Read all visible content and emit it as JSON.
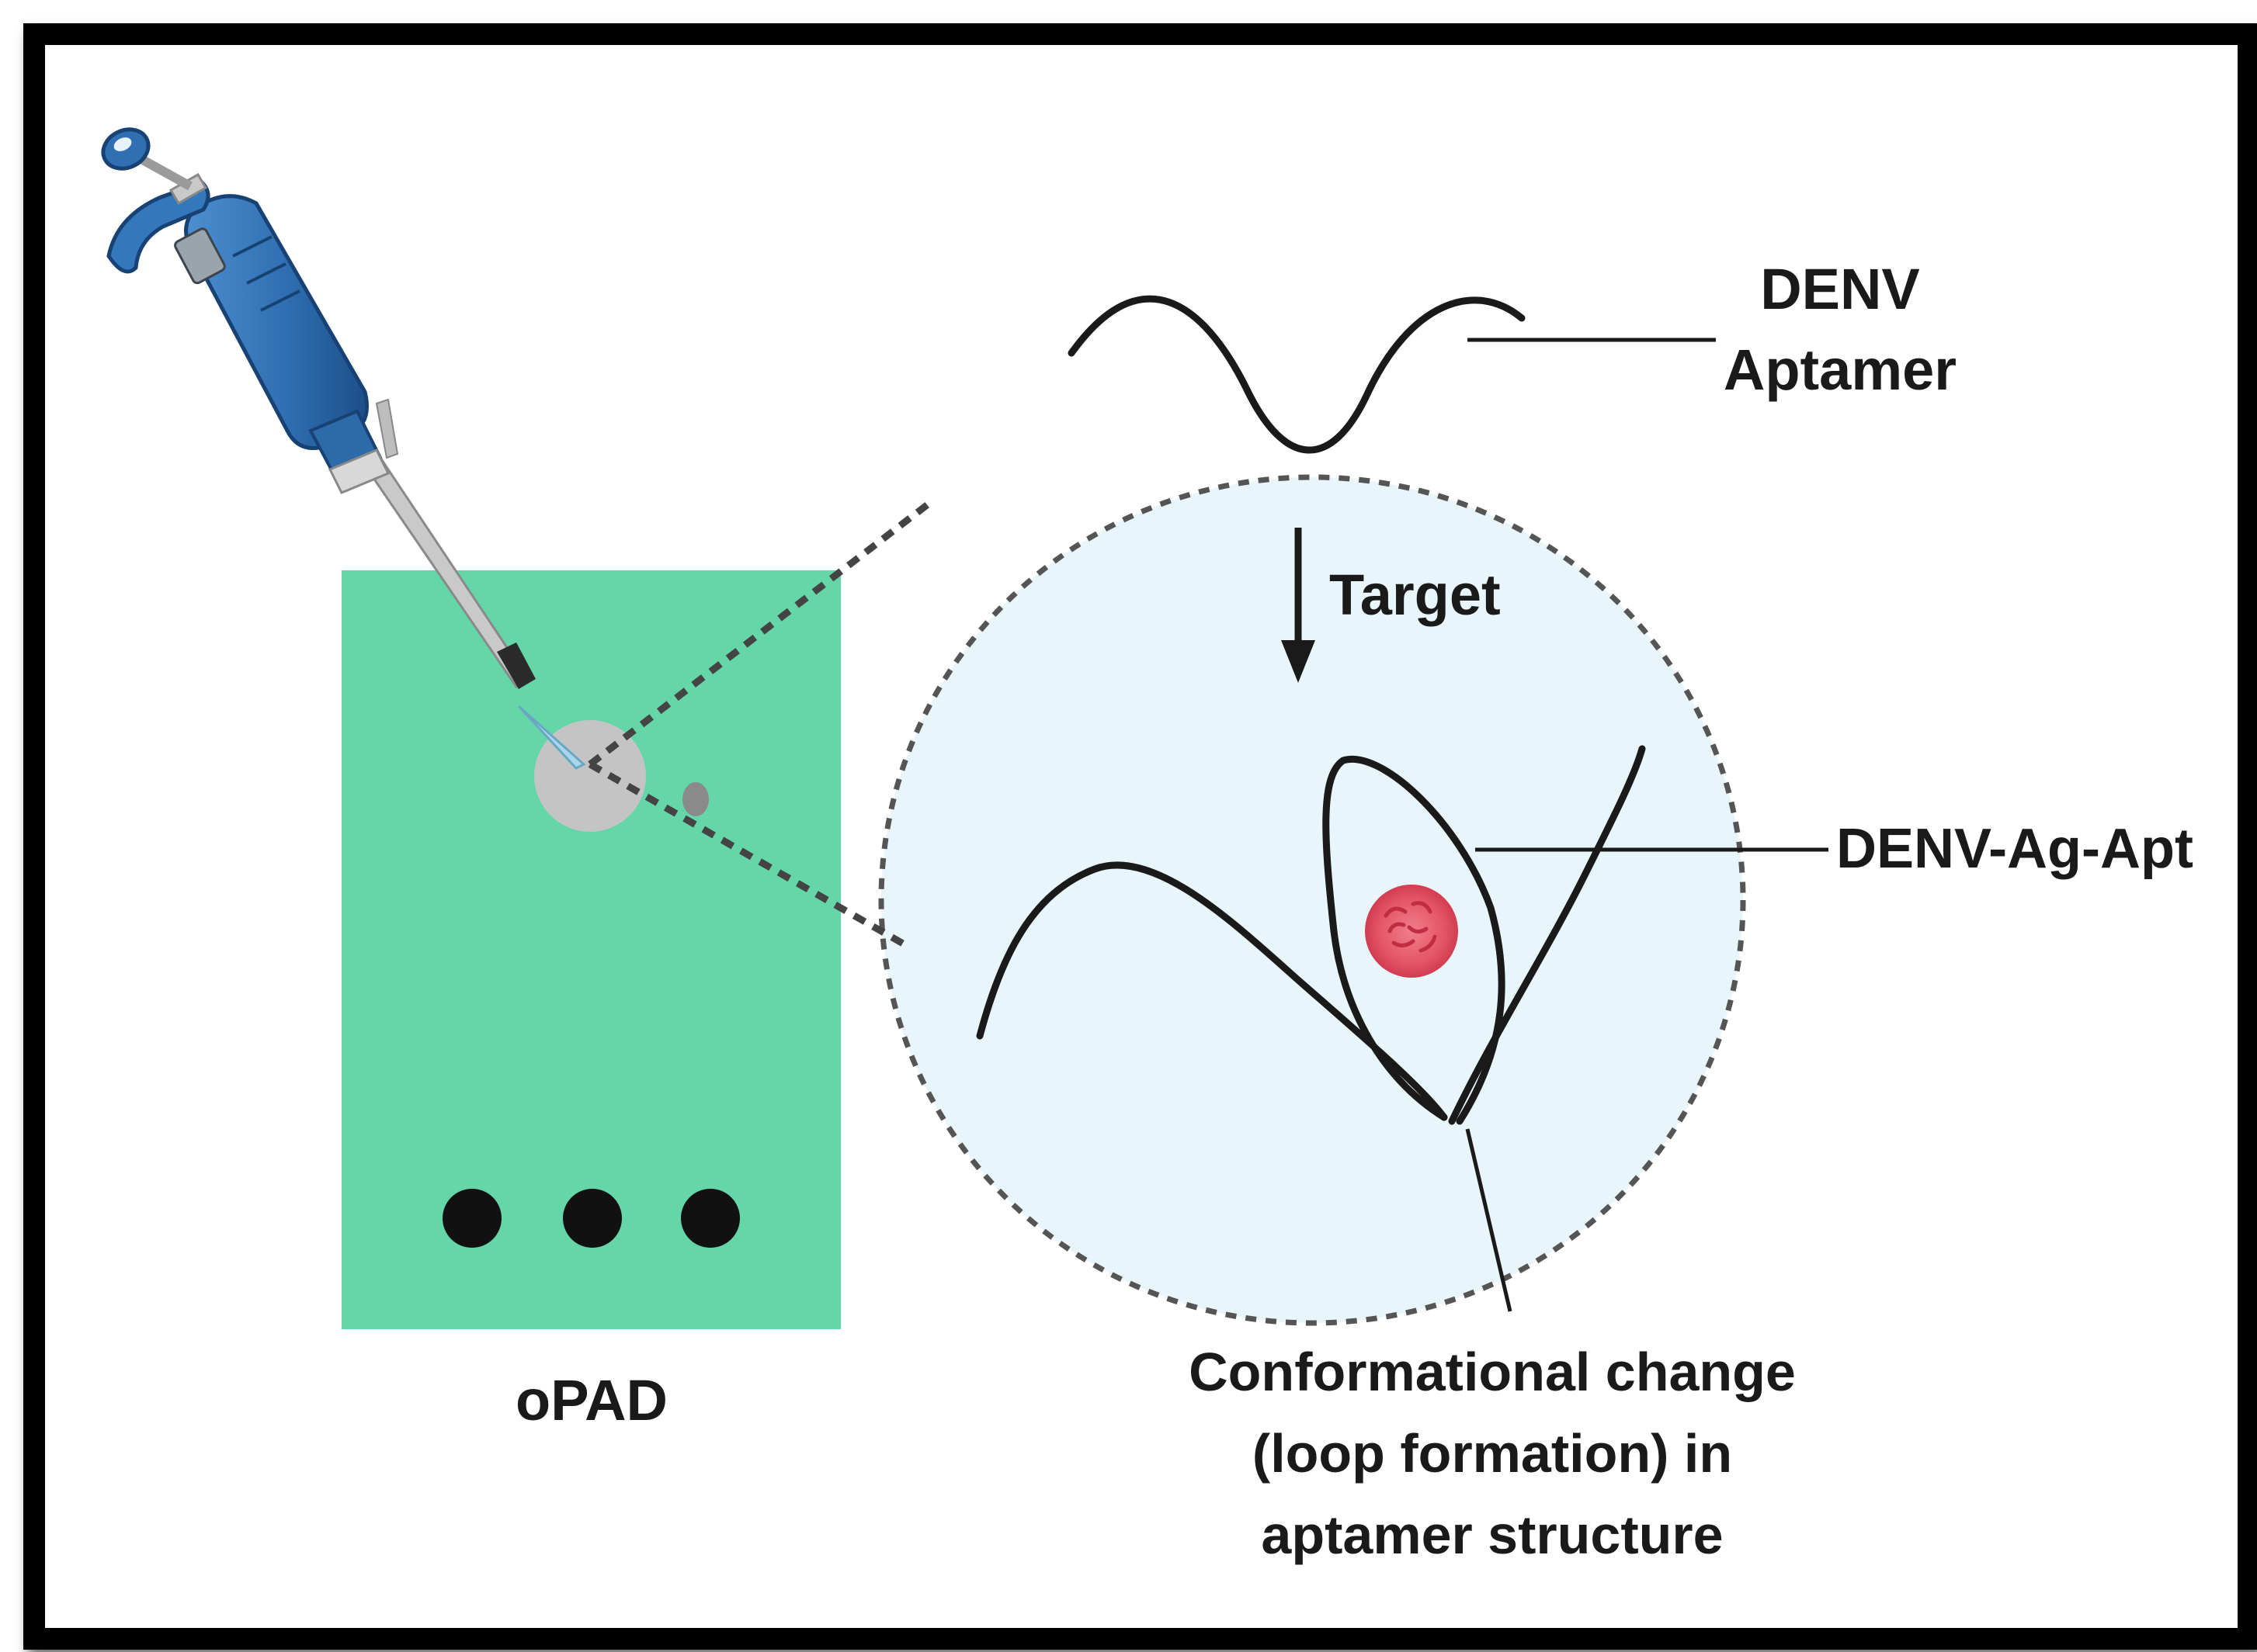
{
  "labels": {
    "aptamer_line1": "DENV",
    "aptamer_line2": "Aptamer",
    "target": "Target",
    "complex": "DENV-Ag-Apt",
    "conformational_line1": "Conformational change",
    "conformational_line2": "(loop formation) in",
    "conformational_line3": "aptamer structure",
    "device": "oPAD"
  },
  "colors": {
    "opad_green": "#64d6a8",
    "zoom_fill": "#e8f6fc",
    "sample_spot": "#c4c4c4",
    "small_spot": "#8a8a8a",
    "detection_spot": "#111111",
    "antigen": "#e85a6a",
    "pipette_blue": "#2e6fb0",
    "frame": "#000000"
  },
  "icons": {
    "pipette": "pipette-icon",
    "antigen": "antigen-particle-icon"
  }
}
